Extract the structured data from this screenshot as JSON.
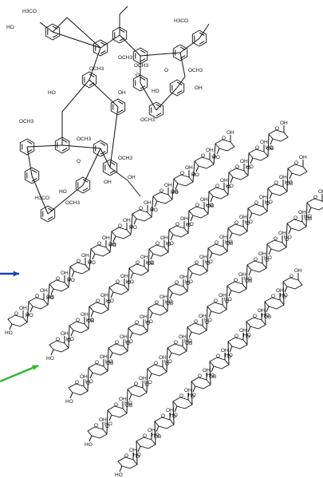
{
  "figure": {
    "kind": "lignin-cellulose structure diagram",
    "colors": {
      "arrow_blue": "#1f3fbf",
      "arrow_green": "#2db82d",
      "ink": "#111111"
    }
  },
  "labels": {
    "methoxy": "OCH3",
    "methoxy_alt": "H3CO",
    "hydroxyl": "OH",
    "hydroxyl_left": "HO",
    "oxygen": "O",
    "bridge_oxygen": "OB"
  }
}
